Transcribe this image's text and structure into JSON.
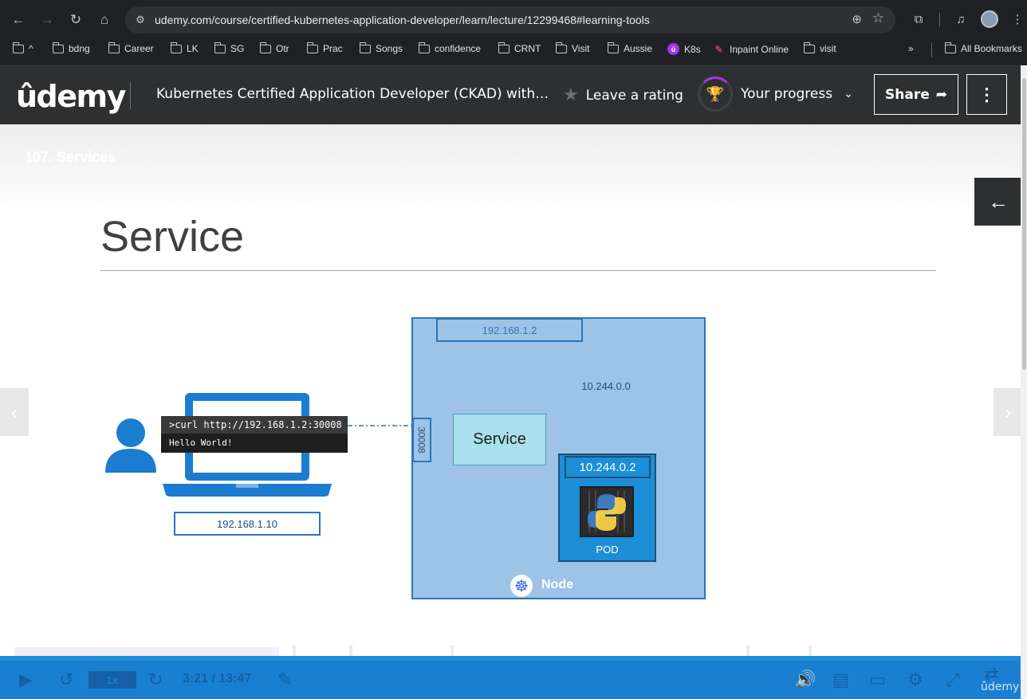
{
  "browser": {
    "url": "udemy.com/course/certified-kubernetes-application-developer/learn/lecture/12299468#learning-tools",
    "bookmarks": [
      {
        "label": "^",
        "icon": "folder-icon"
      },
      {
        "label": "bdng",
        "icon": "folder-icon"
      },
      {
        "label": "Career",
        "icon": "folder-icon"
      },
      {
        "label": "LK",
        "icon": "folder-icon"
      },
      {
        "label": "SG",
        "icon": "folder-icon"
      },
      {
        "label": "Otr",
        "icon": "folder-icon"
      },
      {
        "label": "Prac",
        "icon": "folder-icon"
      },
      {
        "label": "Songs",
        "icon": "folder-icon"
      },
      {
        "label": "confidence",
        "icon": "folder-icon"
      },
      {
        "label": "CRNT",
        "icon": "folder-icon"
      },
      {
        "label": "Visit",
        "icon": "folder-icon"
      },
      {
        "label": "Aussie",
        "icon": "folder-icon"
      },
      {
        "label": "K8s",
        "icon": "udemy-icon"
      },
      {
        "label": "Inpaint Online",
        "icon": "brush-icon"
      },
      {
        "label": "visit",
        "icon": "folder-icon"
      }
    ],
    "overflow": "»",
    "all_bookmarks": "All Bookmarks"
  },
  "header": {
    "logo": "ûdemy",
    "course_title": "Kubernetes Certified Application Developer (CKAD) with…",
    "rating_label": "Leave a rating",
    "progress_label": "Your progress",
    "share_label": "Share"
  },
  "lecture": {
    "label": "107. Services"
  },
  "slide": {
    "title": "Service",
    "node_ip": "192.168.1.2",
    "cloud_ip": "10.244.0.0",
    "port": "30008",
    "service_label": "Service",
    "pod_ip": "10.244.0.2",
    "pod_label": "POD",
    "node_label": "Node",
    "client_ip": "192.168.1.10",
    "term_cmd": ">curl http://192.168.1.2:30008",
    "term_out": "Hello World!"
  },
  "player": {
    "speed": "1x",
    "time": "3:21 / 13:47",
    "watermark": "ûdemy"
  },
  "colors": {
    "accent": "#a435f0",
    "header_bg": "#2d2f31",
    "node_fill": "#9dc3e6",
    "pod_fill": "#1c8ed6"
  }
}
